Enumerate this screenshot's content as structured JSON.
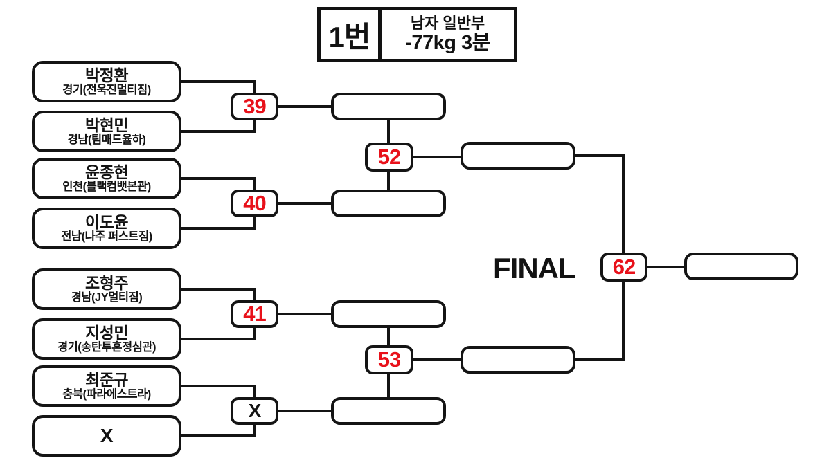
{
  "header": {
    "bracket_number": "1번",
    "division_line1": "남자 일반부",
    "division_line2": "-77kg 3분"
  },
  "final_label": "FINAL",
  "colors": {
    "match_number_red": "#e8111a",
    "line_black": "#141414",
    "background": "#ffffff"
  },
  "players": [
    {
      "name": "박정환",
      "affiliation": "경기(전욱진멀티짐)"
    },
    {
      "name": "박현민",
      "affiliation": "경남(팀매드율하)"
    },
    {
      "name": "윤종현",
      "affiliation": "인천(블랙컴뱃본관)"
    },
    {
      "name": "이도윤",
      "affiliation": "전남(나주 퍼스트짐)"
    },
    {
      "name": "조형주",
      "affiliation": "경남(JY멀티짐)"
    },
    {
      "name": "지성민",
      "affiliation": "경기(송탄투혼정심관)"
    },
    {
      "name": "최준규",
      "affiliation": "충북(파라에스트라)"
    },
    {
      "name": "X",
      "affiliation": ""
    }
  ],
  "matches": {
    "round1": [
      {
        "number": "39"
      },
      {
        "number": "40"
      },
      {
        "number": "41"
      },
      {
        "number": "X"
      }
    ],
    "semifinals": [
      {
        "number": "52"
      },
      {
        "number": "53"
      }
    ],
    "final": {
      "number": "62"
    }
  }
}
